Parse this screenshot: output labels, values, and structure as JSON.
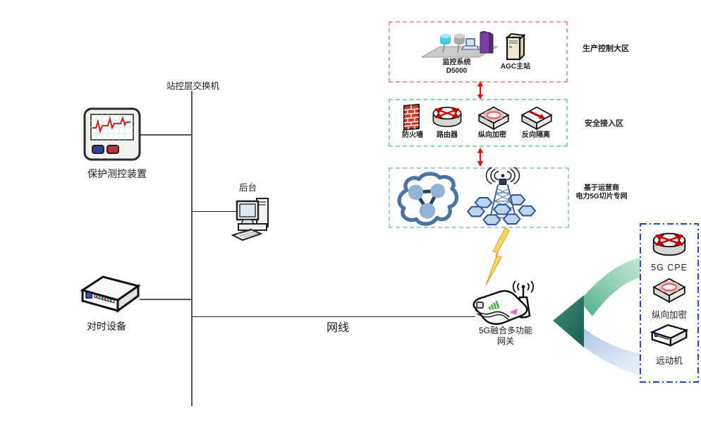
{
  "station": {
    "switch_label": "站控层交换机",
    "protection_label": "保护测控装置",
    "backend_label": "后台",
    "time_sync_label": "对时设备",
    "cable_label": "网线"
  },
  "gateway": {
    "label_line1": "5G融合多功能",
    "label_line2": "网关"
  },
  "zones": {
    "production": {
      "label": "生产控制大区",
      "items": [
        {
          "icon": "scada-platform-icon",
          "name_line1": "监控系统",
          "name_line2": "D5000"
        },
        {
          "icon": "server-tower-icon",
          "name": "AGC主站"
        }
      ]
    },
    "security": {
      "label": "安全接入区",
      "items": [
        {
          "icon": "firewall-icon",
          "name": "防火墙"
        },
        {
          "icon": "router-icon",
          "name": "路由器"
        },
        {
          "icon": "encryption-icon",
          "name": "纵向加密"
        },
        {
          "icon": "isolation-icon",
          "name": "反向隔离"
        }
      ]
    },
    "network": {
      "label_line1": "基于运营商",
      "label_line2": "电力5G切片专网",
      "icons": [
        "cloud-network-icon",
        "5g-base-station-icon"
      ]
    }
  },
  "cpe_box": {
    "items": [
      {
        "icon": "router-icon",
        "name": "5G CPE"
      },
      {
        "icon": "encryption-icon",
        "name": "纵向加密"
      },
      {
        "icon": "rtu-box-icon",
        "name": "远动机"
      }
    ]
  },
  "colors": {
    "production_border": "#f29a9a",
    "security_border": "#82d6a8",
    "network_border": "#a3c8ea",
    "cpe_border": "#2a3fd4",
    "arrow_red": "#e01010",
    "lightning_yellow": "#ffd75e",
    "swoosh_green": "#8fd4ae",
    "swoosh_blue": "#a9c3e8",
    "swoosh_arrowhead": "#2e7d6e"
  }
}
